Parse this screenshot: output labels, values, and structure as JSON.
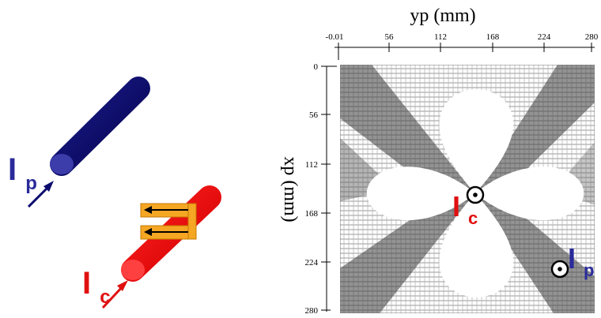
{
  "left": {
    "wire_p": {
      "letter": "I",
      "subscript": "p",
      "color": "#2a2a9a",
      "body_color": "#0c0c6e"
    },
    "wire_c": {
      "letter": "I",
      "subscript": "c",
      "color": "#e01010",
      "body_color": "#ff1a1a"
    },
    "probe_color": "#f5a623"
  },
  "plot": {
    "x_axis_label": "yp (mm)",
    "y_axis_label": "xp (mm)",
    "x_ticks": [
      "-0.01",
      "56",
      "112",
      "168",
      "224",
      "280"
    ],
    "y_ticks": [
      "0",
      "56",
      "112",
      "168",
      "224",
      "280"
    ],
    "current_c": {
      "letter": "I",
      "subscript": "c",
      "color": "#e01010"
    },
    "current_p": {
      "letter": "I",
      "subscript": "p",
      "color": "#2a2a9a"
    }
  }
}
